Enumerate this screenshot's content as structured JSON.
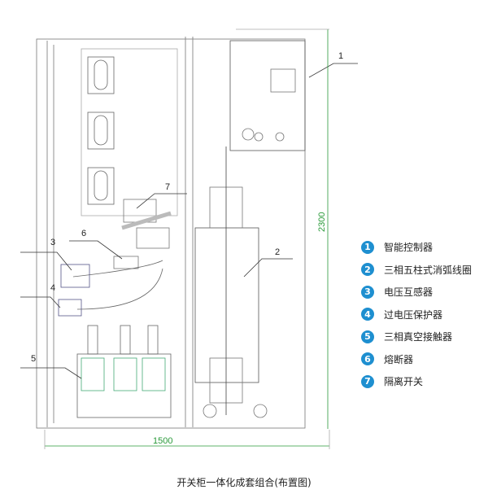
{
  "dimensions": {
    "height": "2300",
    "width": "1500"
  },
  "callouts": [
    "1",
    "2",
    "3",
    "4",
    "5",
    "6",
    "7"
  ],
  "legend": [
    {
      "n": "1",
      "label": "智能控制器"
    },
    {
      "n": "2",
      "label": "三相五柱式消弧线圈"
    },
    {
      "n": "3",
      "label": "电压互感器"
    },
    {
      "n": "4",
      "label": "过电压保护器"
    },
    {
      "n": "5",
      "label": "三相真空接触器"
    },
    {
      "n": "6",
      "label": "熔断器"
    },
    {
      "n": "7",
      "label": "隔离开关"
    }
  ],
  "caption": "开关柜一体化成套组合(布置图)",
  "colors": {
    "badge": "#1e8fd0",
    "dimension": "#2a9a3a",
    "line": "#555555"
  }
}
